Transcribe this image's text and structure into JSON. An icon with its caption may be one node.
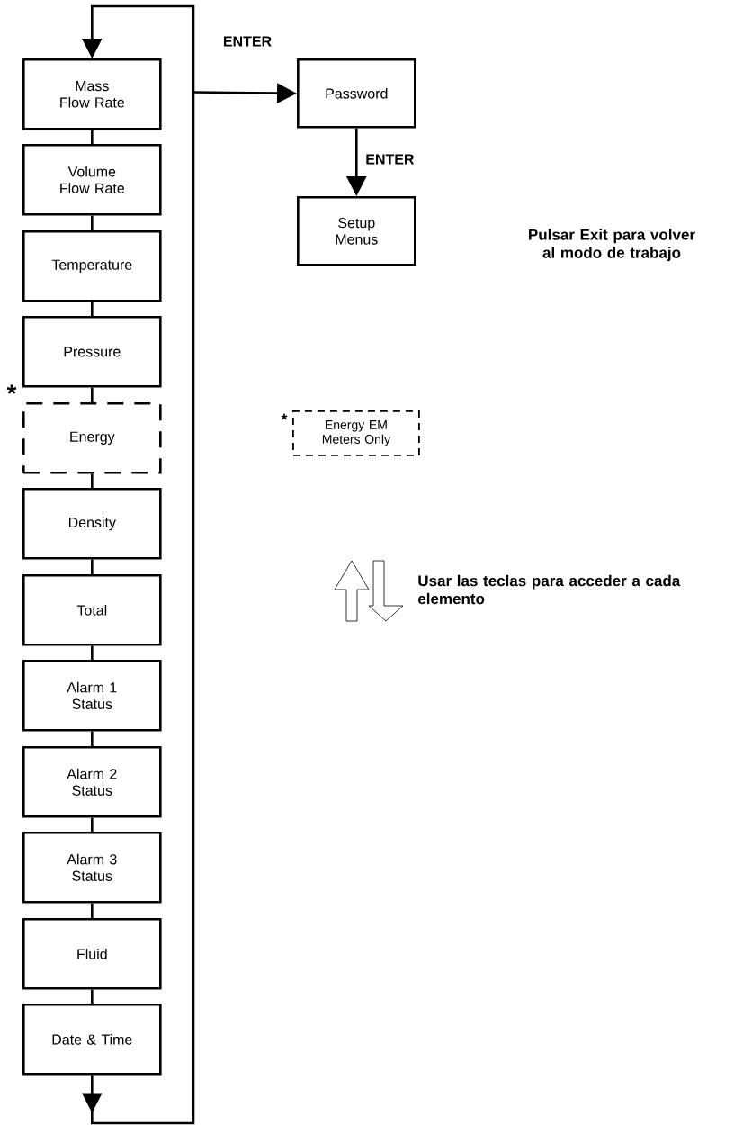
{
  "diagram": {
    "nodes": [
      {
        "text": [
          "Mass Flow Rate"
        ]
      },
      {
        "text": [
          "Volume Flow Rate"
        ]
      },
      {
        "text": [
          "Temperature"
        ]
      },
      {
        "text": [
          "Pressure"
        ]
      },
      {
        "text": [
          "Energy"
        ],
        "beside": [
          "*"
        ]
      },
      {
        "text": [
          "Density"
        ]
      },
      {
        "text": [
          "Total"
        ]
      },
      {
        "text": [
          "Alarm 1 Status"
        ]
      },
      {
        "text": [
          "Alarm 2 Status"
        ]
      },
      {
        "text": [
          "Alarm 3 Status"
        ]
      },
      {
        "text": [
          "Fluid"
        ]
      },
      {
        "text": [
          "Date & Time"
        ]
      },
      {
        "text": [
          "Password"
        ]
      },
      {
        "text": [
          "Setup Menus"
        ]
      },
      {
        "text": [
          "Energy EM Meters Only"
        ],
        "beside": [
          "*"
        ]
      }
    ],
    "edges": [
      {
        "from": 0,
        "to": 1,
        "arrow": "none"
      },
      {
        "from": 1,
        "to": 2,
        "arrow": "none"
      },
      {
        "from": 2,
        "to": 3,
        "arrow": "none"
      },
      {
        "from": 3,
        "to": 4,
        "arrow": "none"
      },
      {
        "from": 4,
        "to": 5,
        "arrow": "none"
      },
      {
        "from": 5,
        "to": 6,
        "arrow": "none"
      },
      {
        "from": 6,
        "to": 7,
        "arrow": "none"
      },
      {
        "from": 7,
        "to": 8,
        "arrow": "none"
      },
      {
        "from": 8,
        "to": 9,
        "arrow": "none"
      },
      {
        "from": 9,
        "to": 10,
        "arrow": "none"
      },
      {
        "from": 10,
        "to": 11,
        "arrow": "none"
      },
      {
        "from": 11,
        "to": 0,
        "arrow": "to"
      },
      {
        "from": null,
        "to": 12,
        "arrow": "to",
        "label": "ENTER"
      },
      {
        "from": 12,
        "to": 13,
        "arrow": "to",
        "label": "ENTER"
      }
    ],
    "labels": [
      "Pulsar Exit para volver al modo de trabajo",
      "Usar las teclas para acceder a cada elemento"
    ]
  }
}
